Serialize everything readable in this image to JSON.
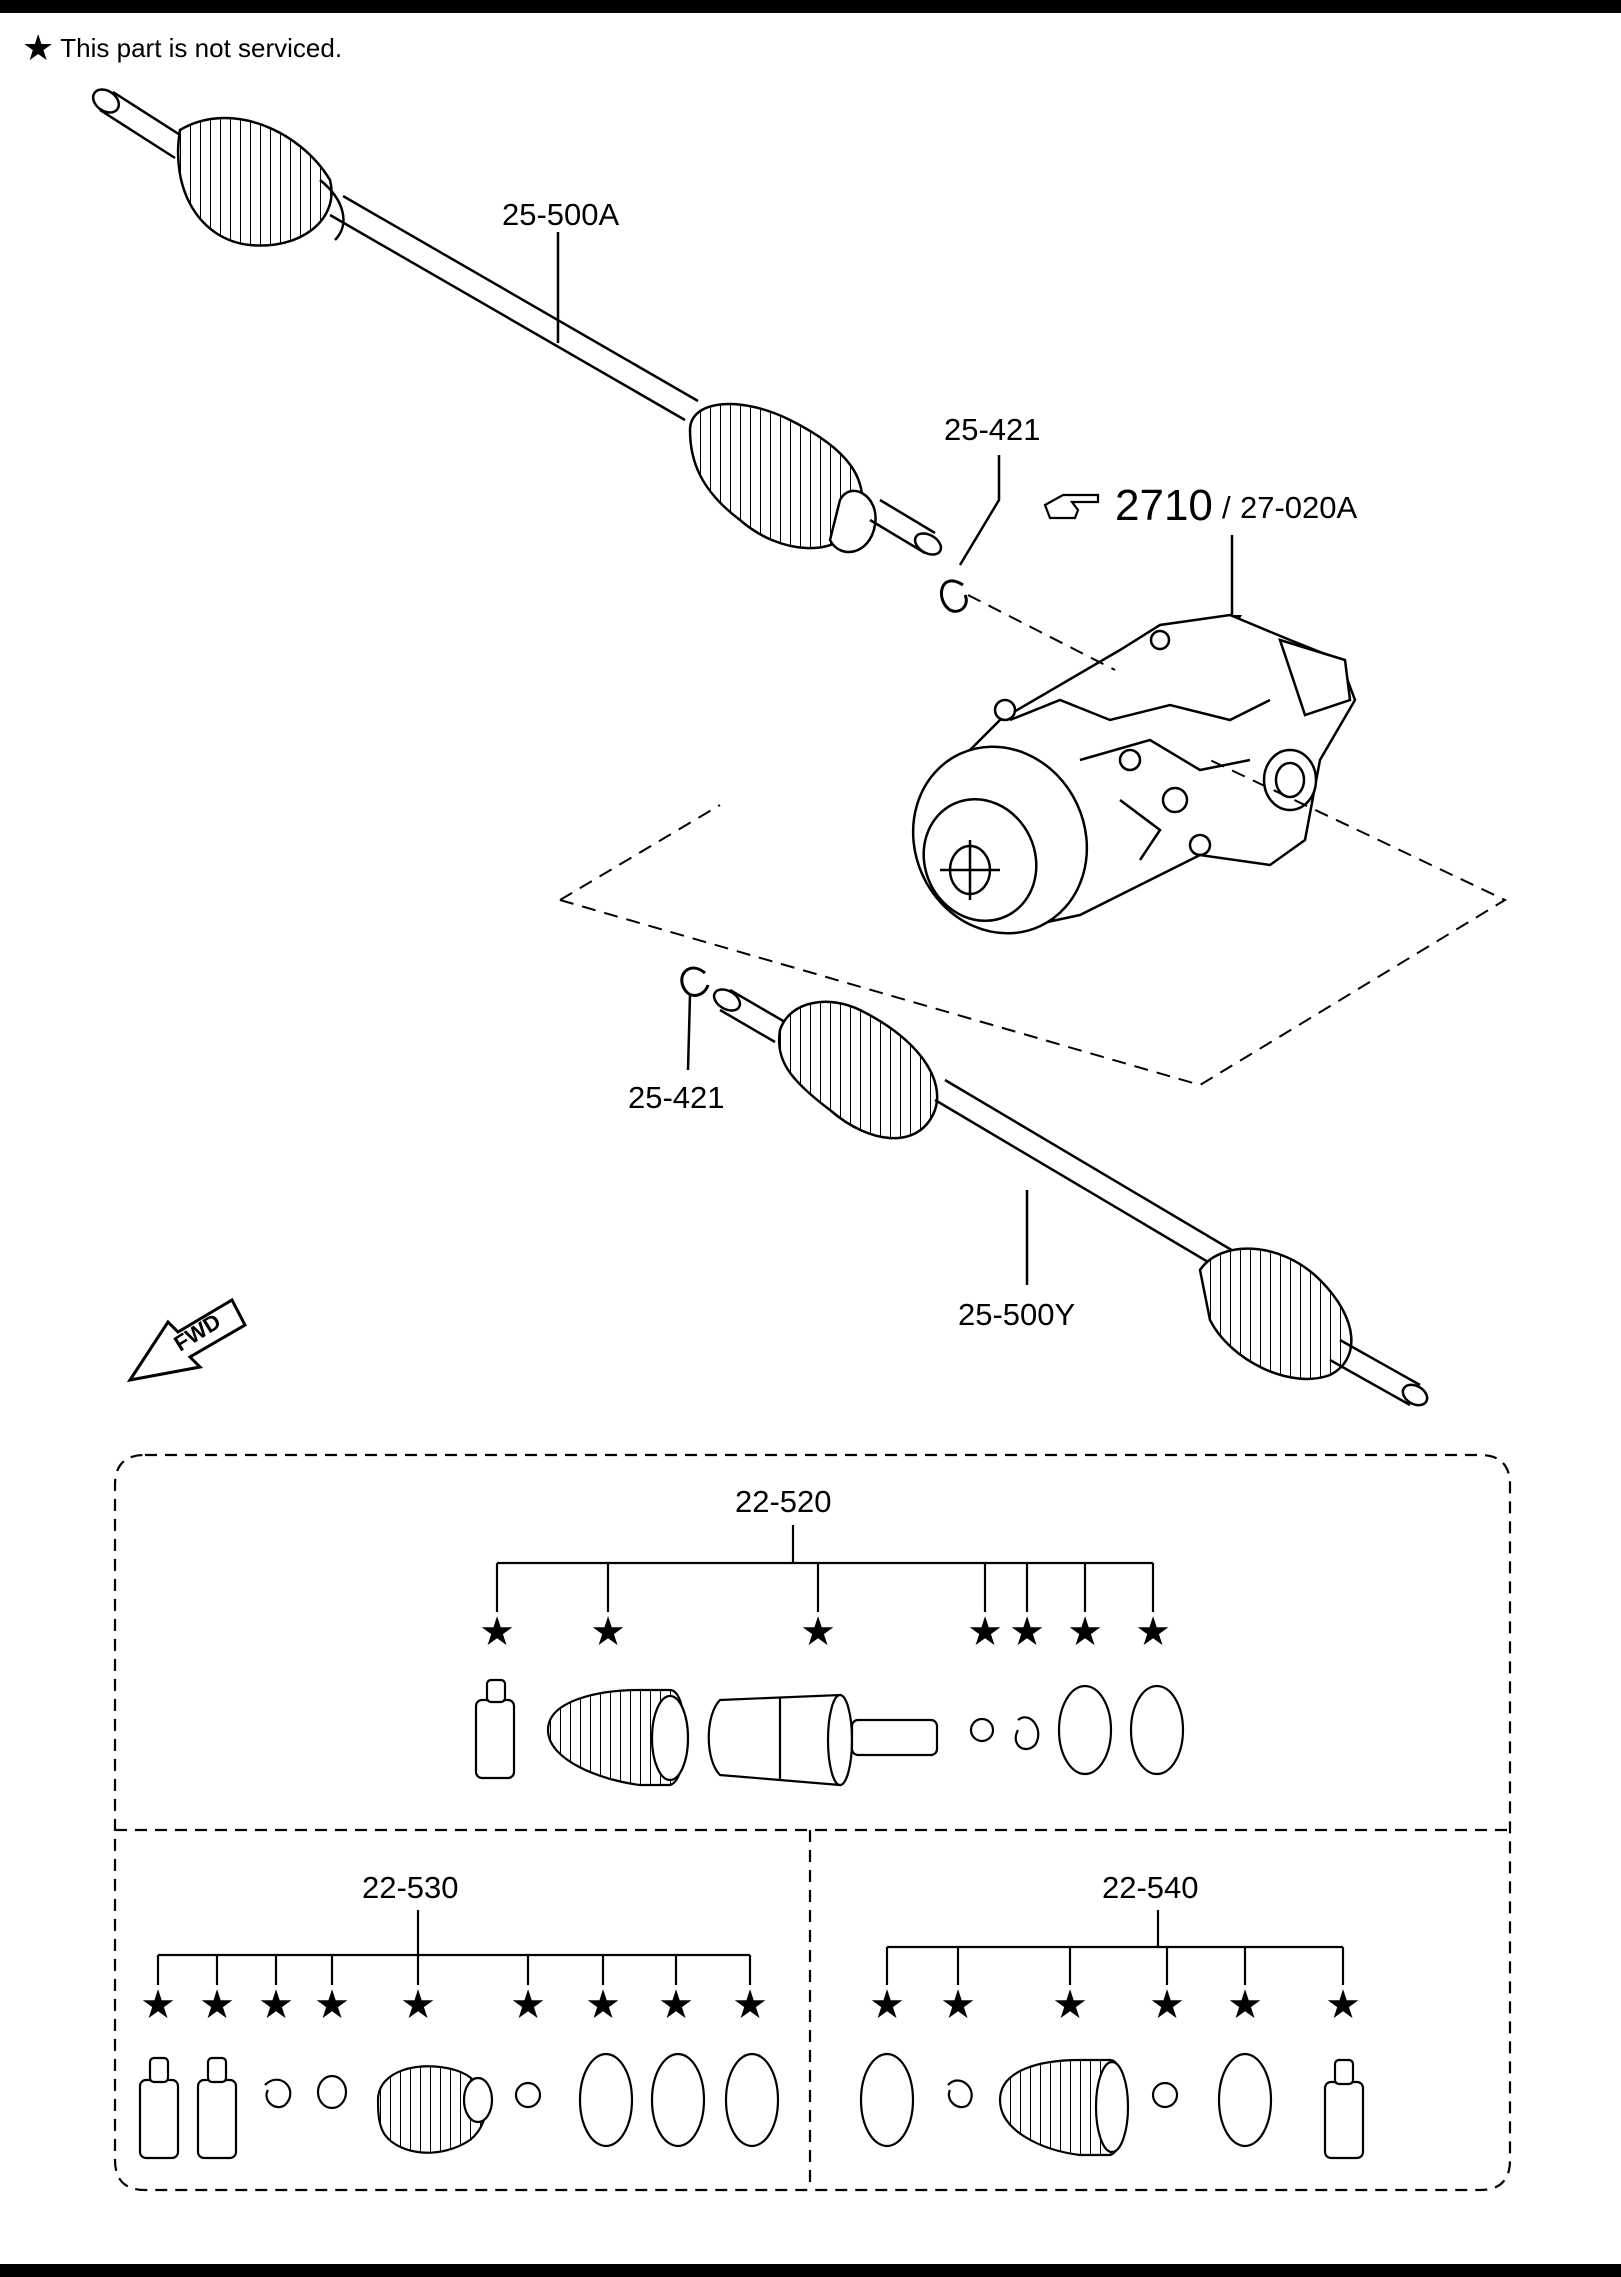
{
  "note": {
    "symbol": "★",
    "text": "This part is not serviced."
  },
  "labels": {
    "shaft_left": "25-500A",
    "clip_upper": "25-421",
    "ref_main": "2710",
    "ref_sep": "/",
    "ref_sub": "27-020A",
    "clip_lower": "25-421",
    "shaft_right": "25-500Y",
    "fwd": "FWD"
  },
  "kits": [
    {
      "label": "22-520",
      "star_count": 7
    },
    {
      "label": "22-530",
      "star_count": 9
    },
    {
      "label": "22-540",
      "star_count": 6
    }
  ],
  "star_symbol": "★",
  "icons": [
    "pointing-hand-icon",
    "fwd-arrow-icon",
    "star-icon"
  ]
}
